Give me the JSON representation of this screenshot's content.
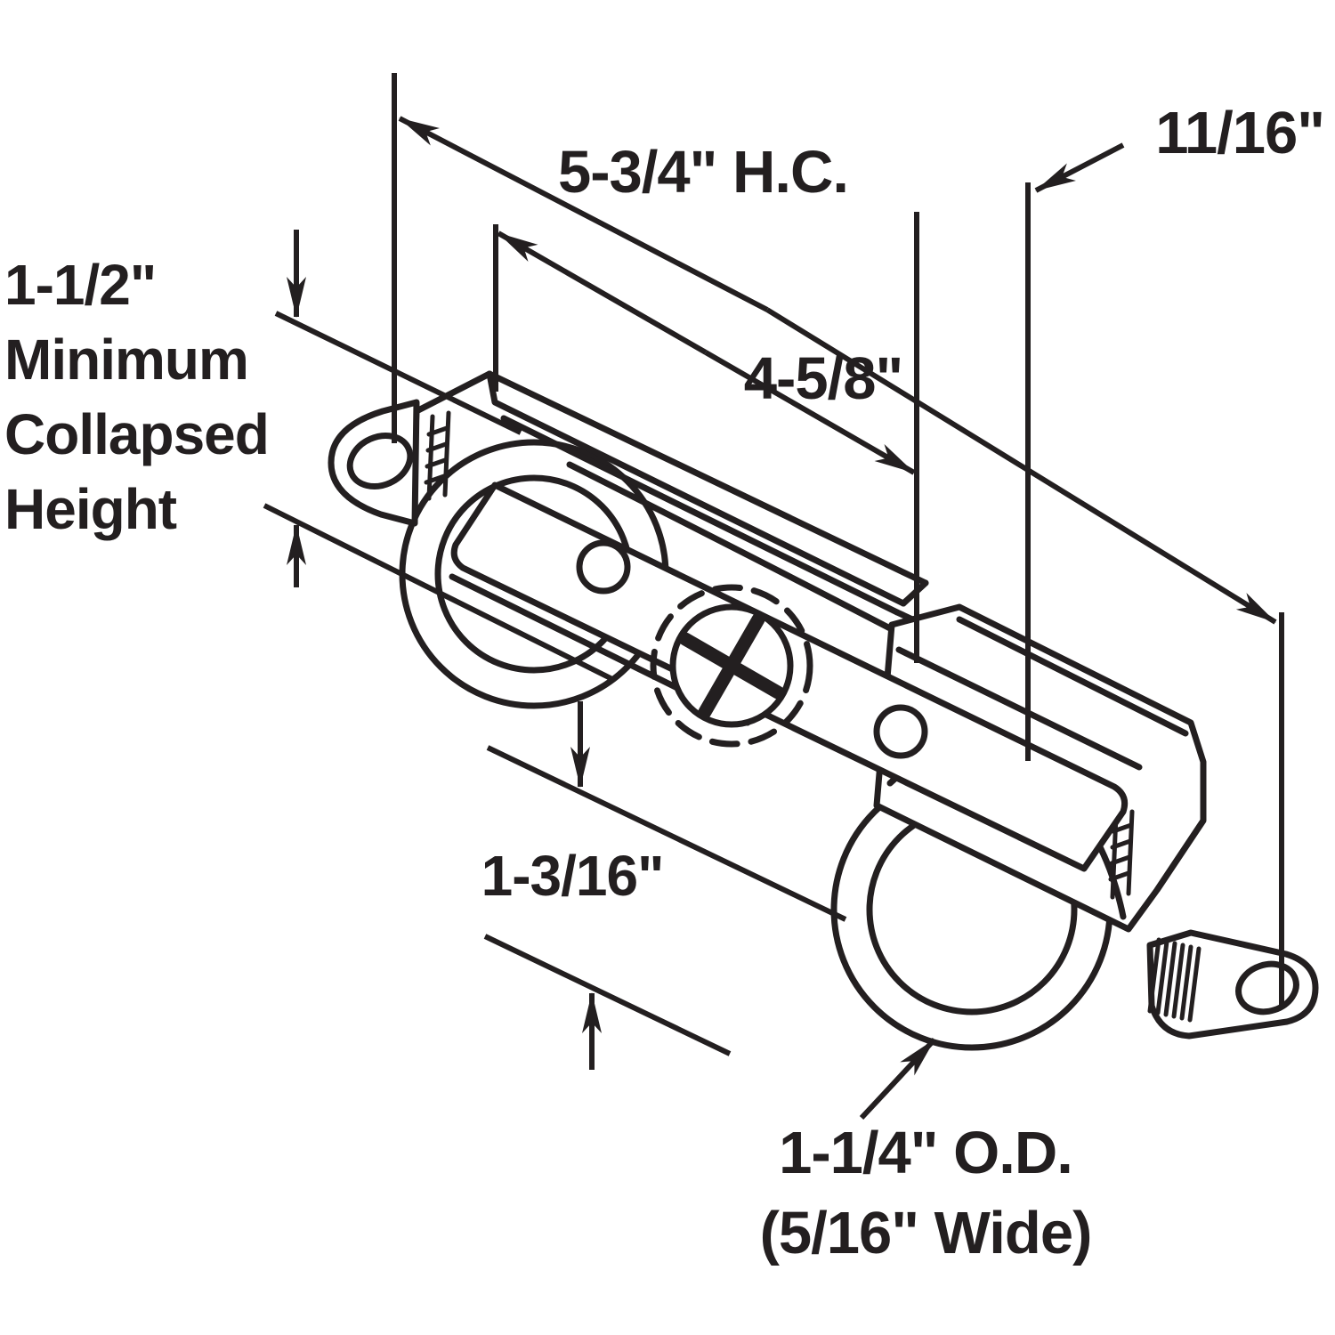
{
  "diagram": {
    "colors": {
      "ink": "#231f20",
      "background": "#ffffff"
    }
  },
  "labels": {
    "hole_centers": "5-3/4\" H.C.",
    "edge_offset": "11/16\"",
    "bracket_length": "4-5/8\"",
    "min_height_1": "1-1/2\"",
    "min_height_2": "Minimum",
    "min_height_3": "Collapsed",
    "min_height_4": "Height",
    "bottom_offset": "1-3/16\"",
    "roller_diameter": "1-1/4\" O.D.",
    "roller_width": "(5/16\" Wide)"
  }
}
